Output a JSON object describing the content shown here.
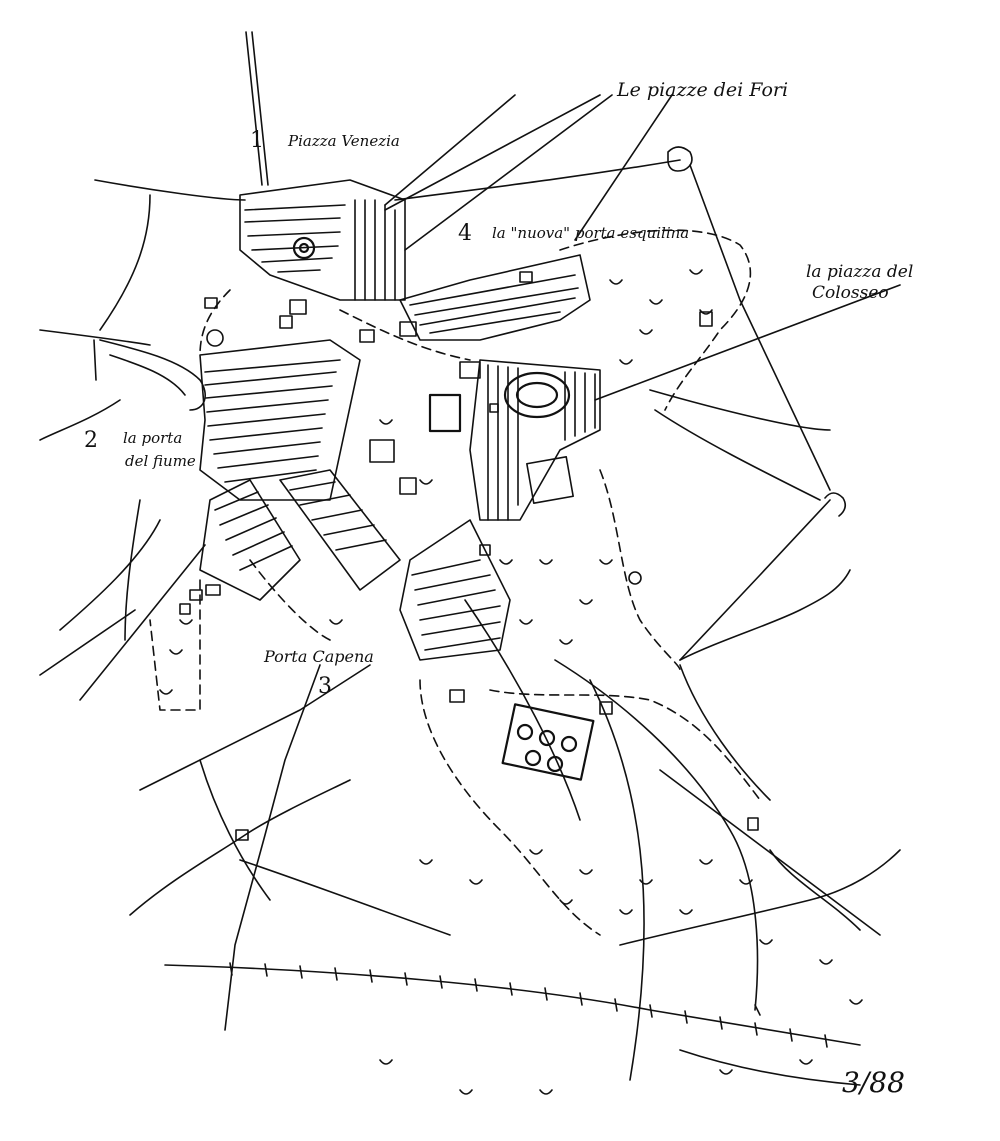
{
  "labels": {
    "piazza_venezia": {
      "number": "1",
      "text": "Piazza Venezia"
    },
    "porta_fiume": {
      "number": "2",
      "line1": "la porta",
      "line2": "del fiume"
    },
    "porta_capena": {
      "number": "3",
      "text": "Porta Capena"
    },
    "porta_esquilina": {
      "number": "4",
      "text": "la \"nuova\" porta esquilina"
    },
    "piazze_fori": {
      "text": "Le piazze dei Fori"
    },
    "piazza_colosseo": {
      "line1": "la piazza del",
      "line2": "Colosseo"
    }
  },
  "sheet_number": "3/88"
}
